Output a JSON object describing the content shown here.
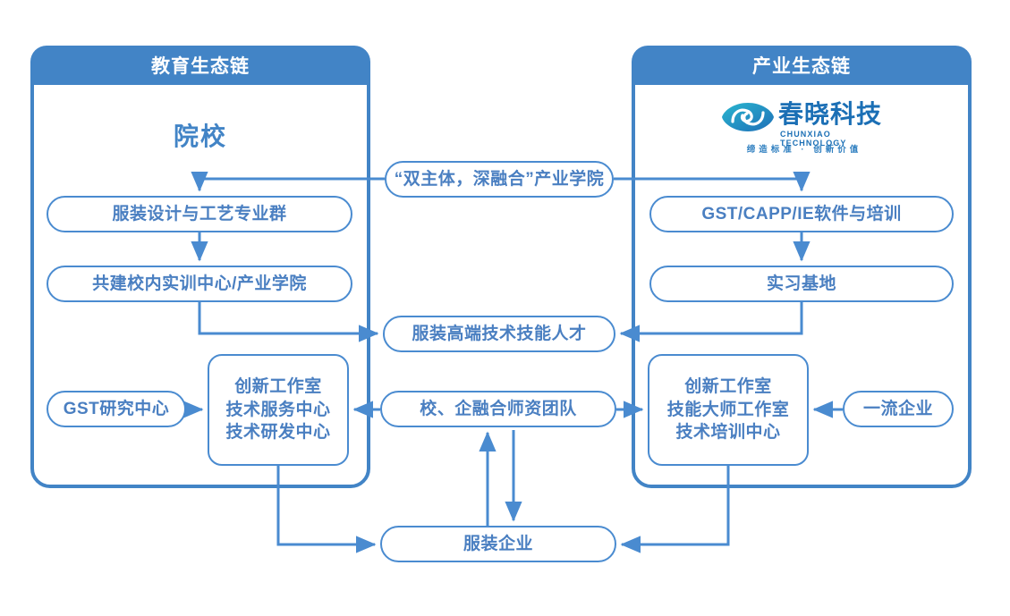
{
  "diagram": {
    "title_hidden": "",
    "colors": {
      "header_blue": "#4284c6",
      "line_blue": "#4a8bd0",
      "text_blue": "#4a7fc1",
      "logo_blue": "#1b6fb5",
      "background": "#ffffff"
    }
  },
  "panels": {
    "education": {
      "header": "教育生态链",
      "inner_title": "院校"
    },
    "industry": {
      "header": "产业生态链"
    }
  },
  "logo": {
    "name_cn": "春晓科技",
    "name_en": "CHUNXIAO TECHNOLOGY",
    "slogan": "缔造标准 · 创新价值",
    "mark": "eye-swirl-logo-icon"
  },
  "nodes": {
    "fuzhuang_zhuanye": "服装设计与工艺专业群",
    "gongjian_shixun": "共建校内实训中心/产业学院",
    "gst_yanjiu": "GST研究中心",
    "chuangxin_left": [
      "创新工作室",
      "技术服务中心",
      "技术研发中心"
    ],
    "shuangzhuti": "“双主体，深融合”产业学院",
    "gaoduan_rencai": "服装高端技术技能人才",
    "shizi_tuandui": "校、企融合师资团队",
    "fuzhuang_qiye": "服装企业",
    "gst_capp_ie": "GST/CAPP/IE软件与培训",
    "shixi_jidi": "实习基地",
    "chuangxin_right": [
      "创新工作室",
      "技能大师工作室",
      "技术培训中心"
    ],
    "yiliu_qiye": "一流企业"
  }
}
